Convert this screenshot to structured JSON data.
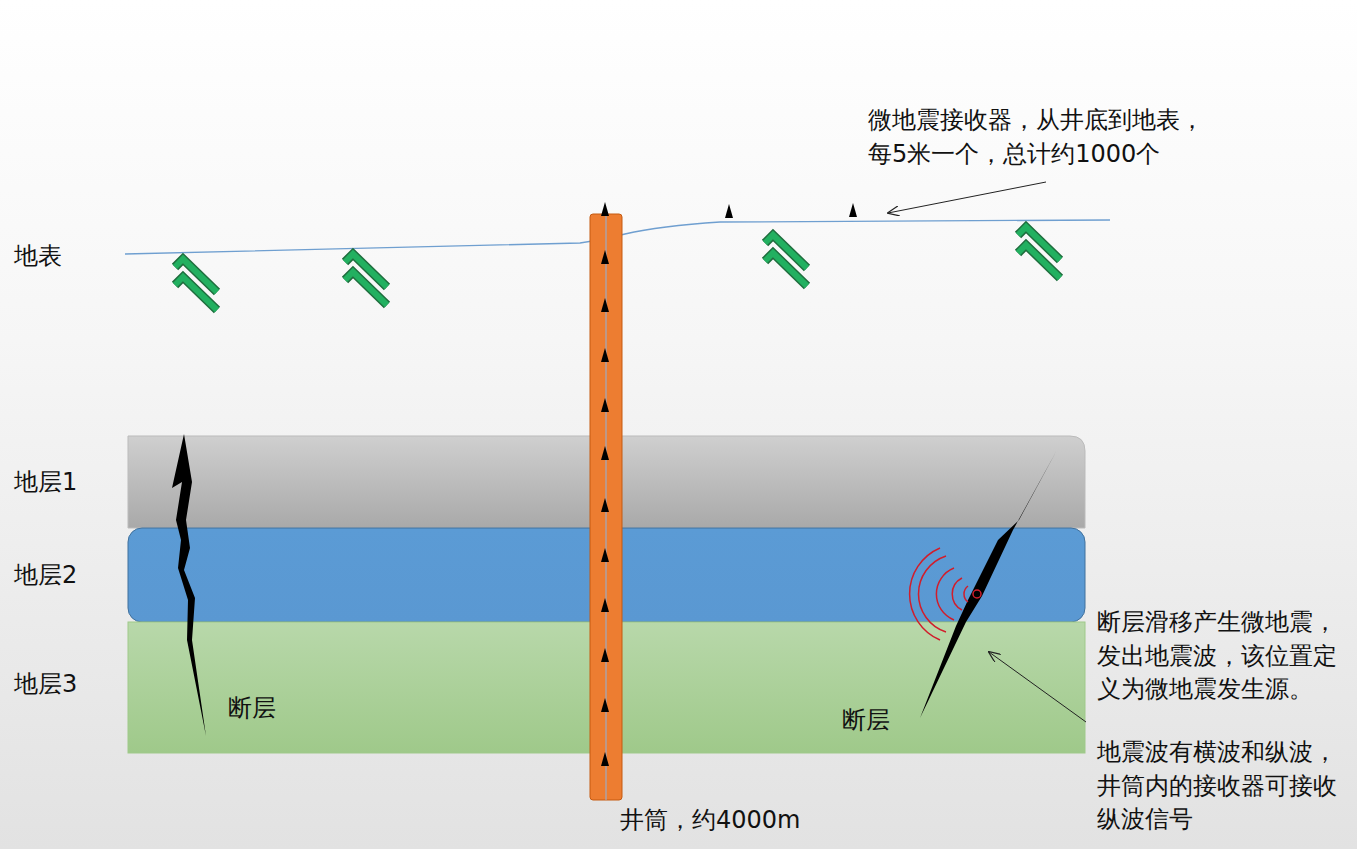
{
  "diagram": {
    "labels": [
      "微地震接收器，从井底到地表，每5米一个，总计约1000个",
      "地表",
      "地层1",
      "地层2",
      "地层3",
      "断层",
      "断层",
      "井筒，约4000m",
      "断层滑移产生微地震，发出地震波，该位置定义为微地震发生源。",
      "地震波有横波和纵波，井筒内的接收器可接收纵波信号"
    ]
  }
}
